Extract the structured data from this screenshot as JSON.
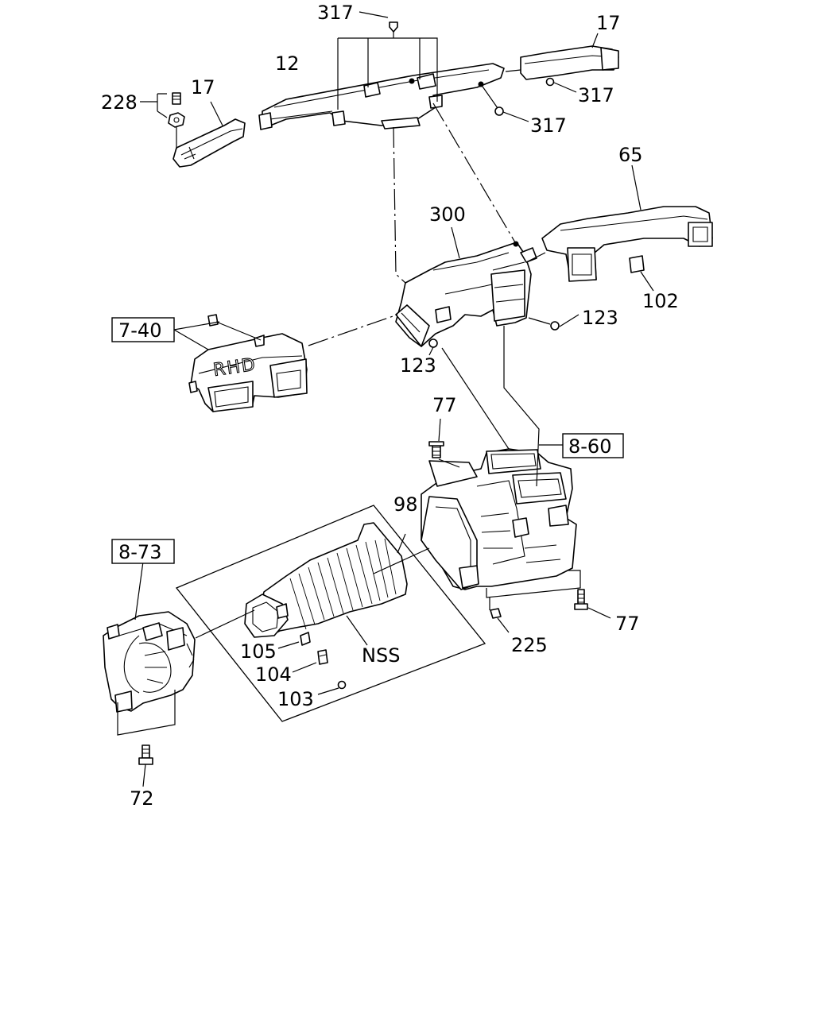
{
  "labels": {
    "p317_top": "317",
    "p17_right": "17",
    "p317_right_a": "317",
    "p317_right_b": "317",
    "p12": "12",
    "p17_left": "17",
    "p228": "228",
    "p65": "65",
    "p300": "300",
    "p102": "102",
    "p123_right": "123",
    "p123_bottom": "123",
    "p77_top": "77",
    "p98": "98",
    "p105": "105",
    "p104": "104",
    "p103": "103",
    "nss": "NSS",
    "p225": "225",
    "p77_bottom": "77",
    "p72": "72"
  },
  "references": {
    "r740": "7-40",
    "r860": "8-60",
    "r873": "8-73"
  },
  "stamps": {
    "rhd": "RHD"
  },
  "colors": {
    "line": "#000000",
    "background": "#ffffff"
  }
}
